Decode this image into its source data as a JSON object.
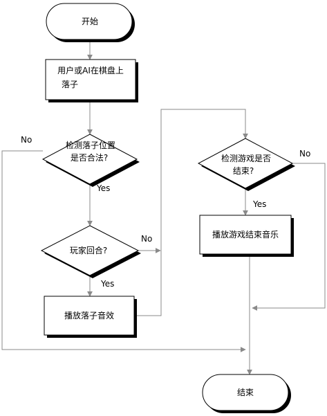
{
  "nodes": {
    "start": "开始",
    "place_piece_1": "用户或AI在棋盘上",
    "place_piece_2": "落子",
    "check_legal_1": "检测落子位置",
    "check_legal_2": "是否合法?",
    "player_turn": "玩家回合?",
    "play_place_sound": "播放落子音效",
    "check_game_over_1": "检测游戏是否",
    "check_game_over_2": "结束?",
    "play_end_music": "播放游戏结束音乐",
    "end": "结束"
  },
  "edges": {
    "legal_no": "No",
    "legal_yes": "Yes",
    "turn_no": "No",
    "turn_yes": "Yes",
    "gameover_no": "No",
    "gameover_yes": "Yes"
  },
  "colors": {
    "connector": "#8a8a8a",
    "outline": "#000000",
    "fill": "#ffffff"
  }
}
